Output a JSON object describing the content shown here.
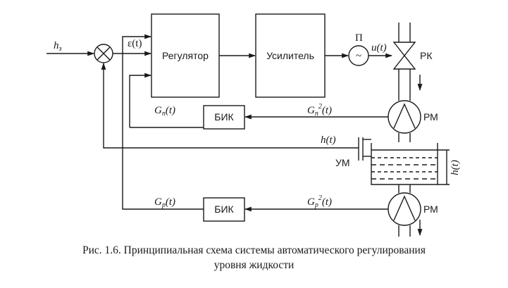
{
  "blocks": {
    "regulator": "Регулятор",
    "amplifier": "Усилитель",
    "bik_top": "БИК",
    "bik_bottom": "БИК"
  },
  "labels": {
    "setpoint": "h",
    "setpoint_sub": "з",
    "error": "ε(t)",
    "converter": "П",
    "converter_symbol": "~",
    "control_signal": "u(t)",
    "valve": "РК",
    "flowmeter_top": "РМ",
    "flowmeter_bottom": "РМ",
    "level_signal": "h(t)",
    "level_meter": "УМ",
    "tank_level": "h(t)",
    "gp_top_left": "G",
    "gp_top_left_sub": "п",
    "gp_top_left_arg": "(t)",
    "gp_top_right": "G",
    "gp_top_right_sub": "п",
    "gp_top_right_sup": "2",
    "gp_top_right_arg": "(t)",
    "gr_bottom_left": "G",
    "gr_bottom_left_sub": "р",
    "gr_bottom_left_arg": "(t)",
    "gr_bottom_right": "G",
    "gr_bottom_right_sub": "р",
    "gr_bottom_right_sup": "2",
    "gr_bottom_right_arg": "(t)"
  },
  "caption": {
    "line1": "Рис. 1.6. Принципиальная схема системы автоматического регулирования",
    "line2": "уровня жидкости"
  },
  "colors": {
    "ink": "#1a1a1a",
    "background": "#ffffff"
  }
}
